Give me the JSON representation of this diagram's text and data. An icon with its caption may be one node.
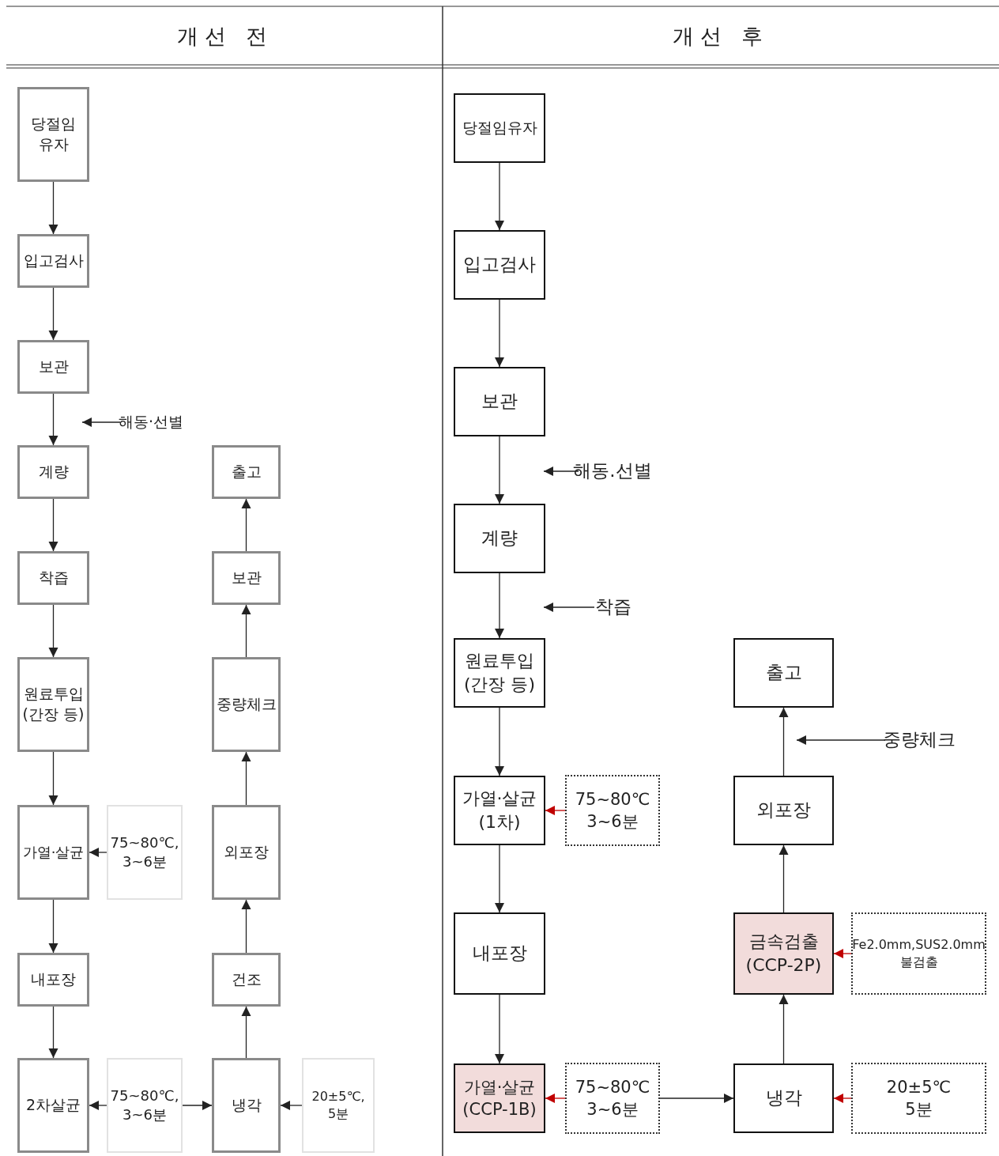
{
  "diagram": {
    "nodes": [
      {
        "text": [
          "당절임 유자"
        ]
      },
      {
        "text": [
          "입고검사"
        ]
      },
      {
        "text": [
          "보관"
        ]
      },
      {
        "text": [
          "해동·선별"
        ]
      },
      {
        "text": [
          "계량"
        ]
      },
      {
        "text": [
          "착즙"
        ]
      },
      {
        "text": [
          "원료투입 (간장 등)"
        ]
      },
      {
        "text": [
          "가열·살균"
        ]
      },
      {
        "text": [
          "75~80℃, 3~6분"
        ]
      },
      {
        "text": [
          "내포장"
        ]
      },
      {
        "text": [
          "2차살균"
        ]
      },
      {
        "text": [
          "75~80℃, 3~6분"
        ]
      },
      {
        "text": [
          "냉각"
        ]
      },
      {
        "text": [
          "20±5℃, 5분"
        ]
      },
      {
        "text": [
          "건조"
        ]
      },
      {
        "text": [
          "외포장"
        ]
      },
      {
        "text": [
          "중량체크"
        ]
      },
      {
        "text": [
          "보관"
        ]
      },
      {
        "text": [
          "출고"
        ]
      },
      {
        "text": [
          "당절임유자"
        ]
      },
      {
        "text": [
          "입고검사"
        ]
      },
      {
        "text": [
          "보관"
        ]
      },
      {
        "text": [
          "해동.선별"
        ]
      },
      {
        "text": [
          "계량"
        ]
      },
      {
        "text": [
          "착즙"
        ]
      },
      {
        "text": [
          "원료투입 (간장 등)"
        ]
      },
      {
        "text": [
          "가열·살균 (1차)"
        ]
      },
      {
        "text": [
          "75~80℃ 3~6분"
        ]
      },
      {
        "text": [
          "내포장"
        ]
      },
      {
        "text": [
          "가열·살균 (CCP-1B)"
        ]
      },
      {
        "text": [
          "75~80℃ 3~6분"
        ]
      },
      {
        "text": [
          "냉각"
        ]
      },
      {
        "text": [
          "20±5℃ 5분"
        ]
      },
      {
        "text": [
          "금속검출 (CCP-2P)"
        ]
      },
      {
        "text": [
          "Fe2.0mm,SUS2.0mm 불검출"
        ]
      },
      {
        "text": [
          "외포장"
        ]
      },
      {
        "text": [
          "중량체크"
        ]
      },
      {
        "text": [
          "출고"
        ]
      }
    ],
    "edges": [
      {
        "from": 0,
        "to": 1,
        "arrow": "to"
      },
      {
        "from": 1,
        "to": 2,
        "arrow": "to"
      },
      {
        "from": 2,
        "to": 4,
        "arrow": "to"
      },
      {
        "from": 3,
        "to": null,
        "arrow": "to"
      },
      {
        "from": 4,
        "to": 5,
        "arrow": "to"
      },
      {
        "from": 5,
        "to": 6,
        "arrow": "to"
      },
      {
        "from": 6,
        "to": 7,
        "arrow": "to"
      },
      {
        "from": 8,
        "to": 7,
        "arrow": "to"
      },
      {
        "from": 7,
        "to": 9,
        "arrow": "to"
      },
      {
        "from": 9,
        "to": 10,
        "arrow": "to"
      },
      {
        "from": 11,
        "to": 10,
        "arrow": "to"
      },
      {
        "from": 11,
        "to": 12,
        "arrow": "to"
      },
      {
        "from": 13,
        "to": 12,
        "arrow": "to"
      },
      {
        "from": 12,
        "to": 14,
        "arrow": "to"
      },
      {
        "from": 14,
        "to": 15,
        "arrow": "to"
      },
      {
        "from": 15,
        "to": 16,
        "arrow": "to"
      },
      {
        "from": 16,
        "to": 17,
        "arrow": "to"
      },
      {
        "from": 17,
        "to": 18,
        "arrow": "to"
      },
      {
        "from": 19,
        "to": 20,
        "arrow": "to"
      },
      {
        "from": 20,
        "to": 21,
        "arrow": "to"
      },
      {
        "from": 21,
        "to": 23,
        "arrow": "to"
      },
      {
        "from": 22,
        "to": null,
        "arrow": "to"
      },
      {
        "from": 23,
        "to": 25,
        "arrow": "to"
      },
      {
        "from": 24,
        "to": null,
        "arrow": "to"
      },
      {
        "from": 25,
        "to": 26,
        "arrow": "to"
      },
      {
        "from": 27,
        "to": 26,
        "arrow": "to",
        "color": "#c00000"
      },
      {
        "from": 26,
        "to": 28,
        "arrow": "to"
      },
      {
        "from": 28,
        "to": 29,
        "arrow": "to"
      },
      {
        "from": 30,
        "to": 29,
        "arrow": "to",
        "color": "#c00000"
      },
      {
        "from": 30,
        "to": 31,
        "arrow": "to"
      },
      {
        "from": 32,
        "to": 31,
        "arrow": "to",
        "color": "#c00000"
      },
      {
        "from": 31,
        "to": 33,
        "arrow": "to"
      },
      {
        "from": 34,
        "to": 33,
        "arrow": "to",
        "color": "#c00000"
      },
      {
        "from": 33,
        "to": 35,
        "arrow": "to"
      },
      {
        "from": 35,
        "to": 37,
        "arrow": "to"
      },
      {
        "from": 36,
        "to": null,
        "arrow": "to"
      }
    ],
    "labels": [
      "개선 전",
      "개선 후"
    ]
  }
}
